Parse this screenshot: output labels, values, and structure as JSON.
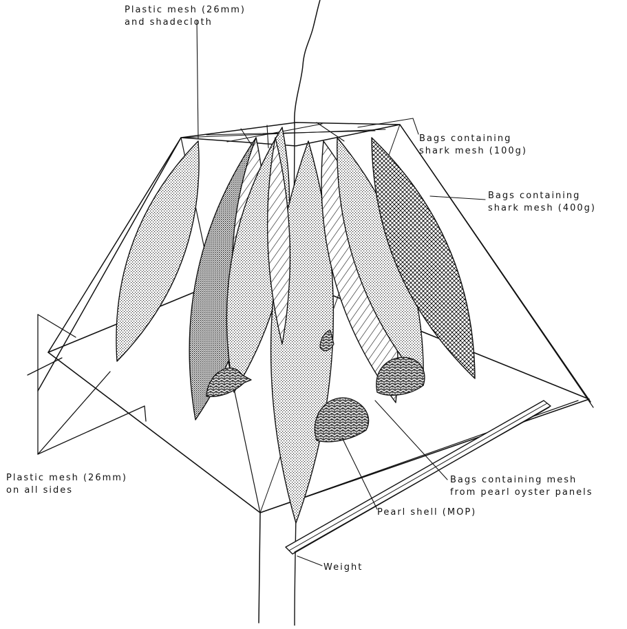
{
  "labels": {
    "top_mesh": [
      "Plastic mesh (26mm)",
      "and shadecloth"
    ],
    "shark_100": [
      "Bags containing",
      "shark mesh (100g)"
    ],
    "shark_400": [
      "Bags containing",
      "shark mesh (400g)"
    ],
    "side_mesh": [
      "Plastic mesh (26mm)",
      "on all sides"
    ],
    "pearl_panels": [
      "Bags containing mesh",
      "from pearl oyster panels"
    ],
    "pearl_shell": "Pearl shell (MOP)",
    "weight": "Weight"
  },
  "colors": {
    "ink": "#111111",
    "paper": "#ffffff"
  }
}
